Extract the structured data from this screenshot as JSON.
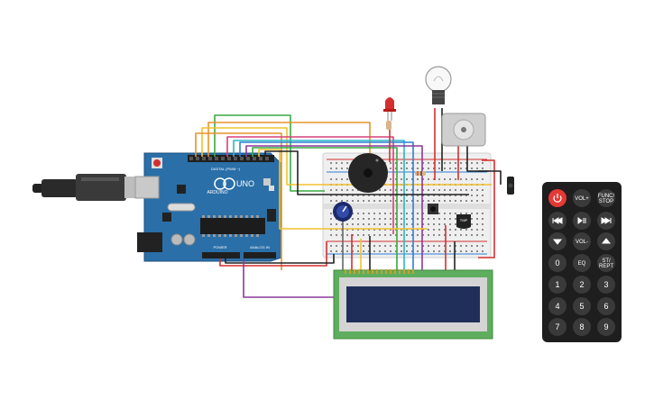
{
  "arduino": {
    "brand": "ARDUINO",
    "model": "UNO",
    "digital_label": "DIGITAL (PWM ~)",
    "power_label": "POWER",
    "analog_label": "ANALOG IN",
    "board_color": "#2a6fa8",
    "header_color": "#1f1f1f"
  },
  "sensor": {
    "label": "TMP"
  },
  "remote": {
    "buttons": [
      {
        "id": "power",
        "label": "power-icon",
        "kind": "icon"
      },
      {
        "id": "vol-up",
        "label": "VOL+",
        "kind": "text"
      },
      {
        "id": "func-stop",
        "label": "FUNC/ STOP",
        "kind": "text"
      },
      {
        "id": "prev",
        "label": "prev-icon",
        "kind": "icon"
      },
      {
        "id": "play-pause",
        "label": "play-pause-icon",
        "kind": "icon"
      },
      {
        "id": "next",
        "label": "next-icon",
        "kind": "icon"
      },
      {
        "id": "down",
        "label": "down-icon",
        "kind": "icon"
      },
      {
        "id": "vol-down",
        "label": "VOL-",
        "kind": "text"
      },
      {
        "id": "up",
        "label": "up-icon",
        "kind": "icon"
      },
      {
        "id": "zero",
        "label": "0",
        "kind": "num"
      },
      {
        "id": "eq",
        "label": "EQ",
        "kind": "text"
      },
      {
        "id": "st-rept",
        "label": "ST/ REPT",
        "kind": "text"
      },
      {
        "id": "one",
        "label": "1",
        "kind": "num"
      },
      {
        "id": "two",
        "label": "2",
        "kind": "num"
      },
      {
        "id": "three",
        "label": "3",
        "kind": "num"
      },
      {
        "id": "four",
        "label": "4",
        "kind": "num"
      },
      {
        "id": "five",
        "label": "5",
        "kind": "num"
      },
      {
        "id": "six",
        "label": "6",
        "kind": "num"
      },
      {
        "id": "seven",
        "label": "7",
        "kind": "num"
      },
      {
        "id": "eight",
        "label": "8",
        "kind": "num"
      },
      {
        "id": "nine",
        "label": "9",
        "kind": "num"
      }
    ],
    "power_color": "#e53935",
    "body_color": "#1e1e1e",
    "button_color": "#3a3a3a"
  },
  "lcd": {
    "board_color": "#5fae5f",
    "screen_color": "#1f2f5a"
  },
  "wire_colors": {
    "orange": "#e8922a",
    "yellow": "#f2c12e",
    "green": "#3aa842",
    "blue": "#2f7fd6",
    "cyan": "#2bb5c8",
    "purple": "#8a3a9a",
    "red": "#d32f2f",
    "black": "#222222",
    "pink": "#d6407a"
  }
}
